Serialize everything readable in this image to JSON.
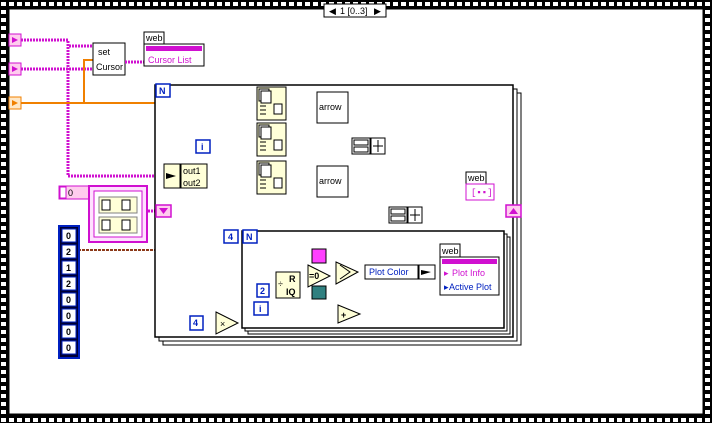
{
  "frame": {
    "label": "1 [0..3]",
    "left_arrow": "◀",
    "right_arrow": "▶"
  },
  "nodes": {
    "set_cursor": {
      "line1": "set",
      "line2": "Cursor"
    },
    "web_top": {
      "title": "web",
      "item": "Cursor List"
    },
    "web_right": {
      "title": "web"
    },
    "web_inner": {
      "title": "web",
      "items": [
        "Plot Info",
        "Active Plot"
      ]
    },
    "arrow1": {
      "label": "arrow"
    },
    "arrow2": {
      "label": "arrow"
    },
    "unbundle": {
      "items": [
        "out1",
        "out2"
      ]
    },
    "plot_color": {
      "label": "Plot Color"
    }
  },
  "constants": {
    "i_outer": "i",
    "i_inner": "i",
    "n_outer": "N",
    "n_inner": "N",
    "count_inner": "4",
    "four_mult": "4",
    "two": "2",
    "zero_ring": "0",
    "array_digits": [
      "0",
      "2",
      "1",
      "2",
      "0",
      "0",
      "0",
      "0"
    ],
    "quotient_label": "R",
    "quotient_sub": "IQ",
    "compare_label": "=0",
    "multiply": "×",
    "add": "+"
  },
  "colors": {
    "magenta": "#d010d0",
    "orange": "#f08000",
    "blue": "#0020c0",
    "brown": "#8b3a1a",
    "yellow_node": "#ffffd8",
    "pink_cluster": "#ffe0ff",
    "green_block": "#308080"
  }
}
